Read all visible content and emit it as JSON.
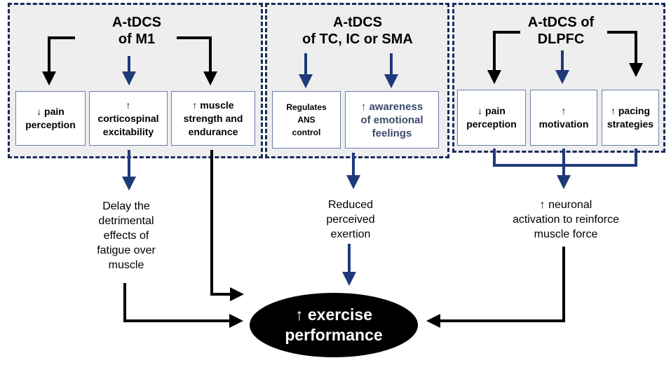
{
  "panels": {
    "m1": {
      "title_line1": "A-tDCS",
      "title_line2": "of M1",
      "effects": [
        {
          "line1": "↓ pain",
          "line2": "perception"
        },
        {
          "line1": "↑",
          "line2": "corticospinal",
          "line3": "excitability"
        },
        {
          "line1": "↑ muscle",
          "line2": "strength and",
          "line3": "endurance"
        }
      ]
    },
    "tc": {
      "title_line1": "A-tDCS",
      "title_line2": "of TC, IC or SMA",
      "effects": [
        {
          "line1": "Regulates",
          "line2": "ANS",
          "line3": "control"
        },
        {
          "line1": "↑ awareness",
          "line2": "of emotional",
          "line3": "feelings"
        }
      ]
    },
    "dlpfc": {
      "title_line1": "A-tDCS of",
      "title_line2": "DLPFC",
      "effects": [
        {
          "line1": "↓ pain",
          "line2": "perception"
        },
        {
          "line1": "↑",
          "line2": "motivation"
        },
        {
          "line1": "↑ pacing",
          "line2": "strategies"
        }
      ]
    }
  },
  "outcomes": {
    "m1": {
      "lines": [
        "Delay the",
        "detrimental",
        "effects of",
        "fatigue over",
        "muscle"
      ]
    },
    "tc": {
      "lines": [
        "Reduced",
        "perceived",
        "exertion"
      ]
    },
    "dlpfc": {
      "lines": [
        "↑ neuronal",
        "activation to reinforce",
        "muscle force"
      ]
    }
  },
  "goal": {
    "line1": "↑ exercise",
    "line2": "performance"
  },
  "colors": {
    "dark_arrow": "#000000",
    "blue_arrow": "#1f3a7a",
    "panel_border": "#1a2a5a",
    "panel_fill": "#eeeeee",
    "box_border": "#6a7fa8",
    "awareness_text": "#3b4a6b"
  }
}
